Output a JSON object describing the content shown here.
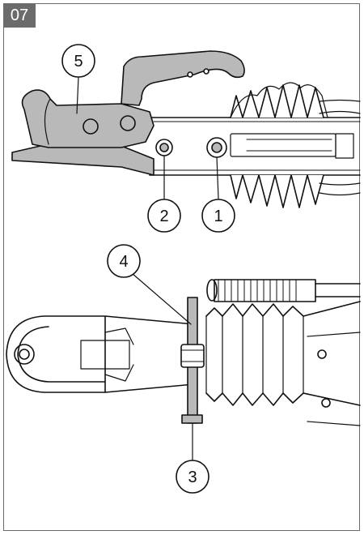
{
  "step": {
    "number": "07"
  },
  "callouts": [
    {
      "id": "1",
      "label": "1"
    },
    {
      "id": "2",
      "label": "2"
    },
    {
      "id": "3",
      "label": "3"
    },
    {
      "id": "4",
      "label": "4"
    },
    {
      "id": "5",
      "label": "5"
    }
  ],
  "colors": {
    "frame": "#6b6b6b",
    "highlight": "#b9b9b9",
    "line": "#111111"
  }
}
